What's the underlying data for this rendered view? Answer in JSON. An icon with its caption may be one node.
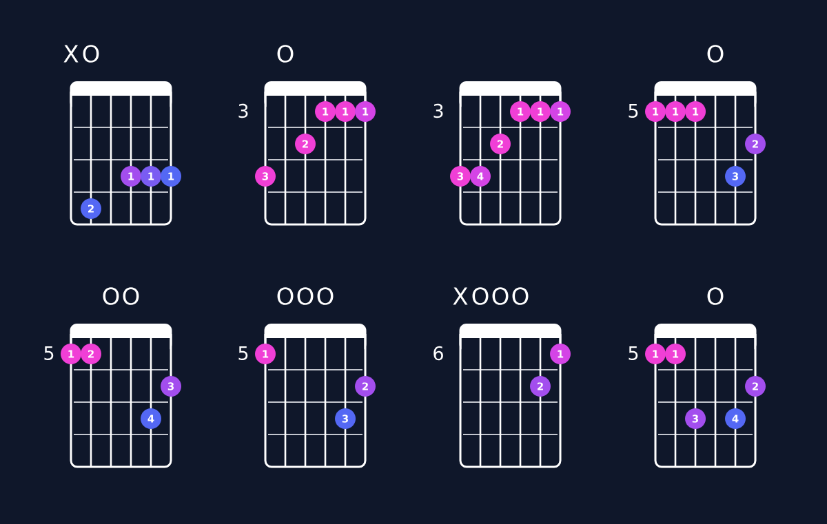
{
  "diagram": {
    "nodes": [
      {
        "text": [
          "1"
        ]
      },
      {
        "text": [
          "1"
        ]
      },
      {
        "text": [
          "1"
        ]
      },
      {
        "text": [
          "2"
        ]
      },
      {
        "text": [
          "1"
        ]
      },
      {
        "text": [
          "1"
        ]
      },
      {
        "text": [
          "1"
        ]
      },
      {
        "text": [
          "2"
        ]
      },
      {
        "text": [
          "3"
        ]
      },
      {
        "text": [
          "1"
        ]
      },
      {
        "text": [
          "1"
        ]
      },
      {
        "text": [
          "1"
        ]
      },
      {
        "text": [
          "2"
        ]
      },
      {
        "text": [
          "3"
        ]
      },
      {
        "text": [
          "4"
        ]
      },
      {
        "text": [
          "1"
        ]
      },
      {
        "text": [
          "1"
        ]
      },
      {
        "text": [
          "1"
        ]
      },
      {
        "text": [
          "2"
        ]
      },
      {
        "text": [
          "3"
        ]
      },
      {
        "text": [
          "1"
        ]
      },
      {
        "text": [
          "2"
        ]
      },
      {
        "text": [
          "3"
        ]
      },
      {
        "text": [
          "4"
        ]
      },
      {
        "text": [
          "1"
        ]
      },
      {
        "text": [
          "2"
        ]
      },
      {
        "text": [
          "3"
        ]
      },
      {
        "text": [
          "1"
        ]
      },
      {
        "text": [
          "2"
        ]
      },
      {
        "text": [
          "1"
        ]
      },
      {
        "text": [
          "1"
        ]
      },
      {
        "text": [
          "2"
        ]
      },
      {
        "text": [
          "3"
        ]
      },
      {
        "text": [
          "4"
        ]
      }
    ],
    "labels": [
      "X",
      "O",
      "O",
      "3",
      "3",
      "O",
      "5",
      "O",
      "O",
      "5",
      "O",
      "O",
      "O",
      "5",
      "X",
      "O",
      "O",
      "O",
      "6",
      "O",
      "5"
    ]
  }
}
